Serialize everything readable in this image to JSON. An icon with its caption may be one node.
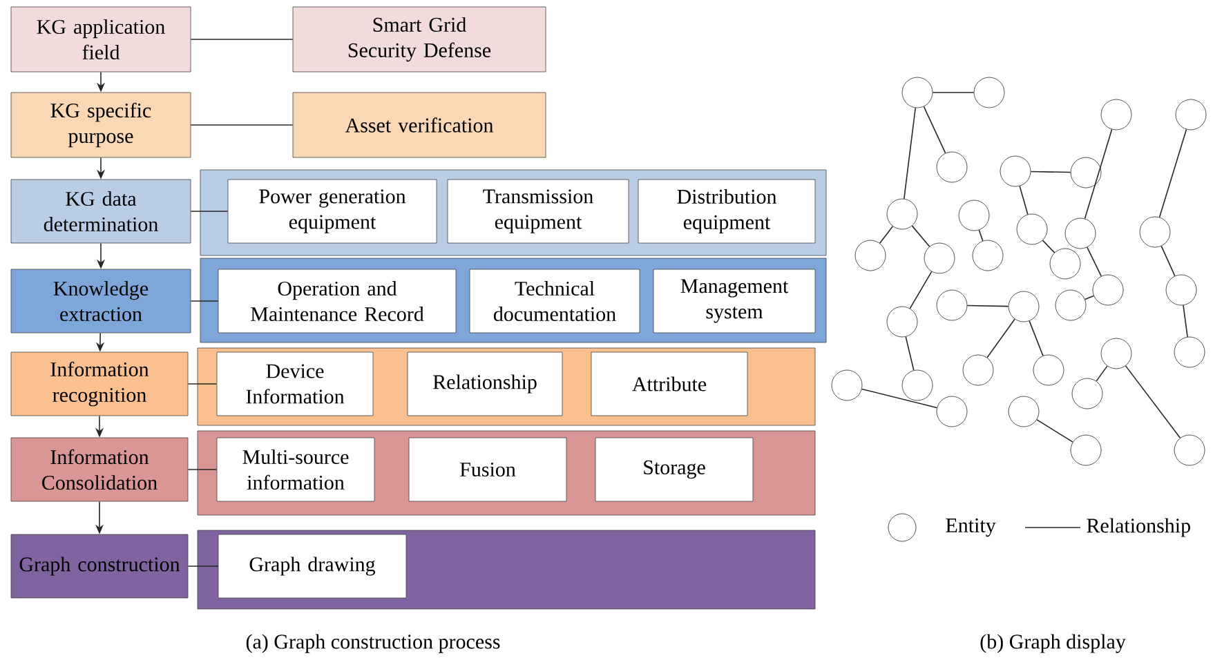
{
  "diagram": {
    "nodes": [
      {
        "text": [
          "KG application field"
        ]
      },
      {
        "text": [
          "Smart Grid Security Defense"
        ]
      },
      {
        "text": [
          "KG specific purpose"
        ]
      },
      {
        "text": [
          "Asset verification"
        ]
      },
      {
        "text": [
          "KG data determination"
        ]
      },
      {
        "text": [],
        "shape": "box"
      },
      {
        "text": [
          "Power generation equipment"
        ],
        "in": 5
      },
      {
        "text": [
          "Transmission equipment"
        ],
        "in": 5
      },
      {
        "text": [
          "Distribution equipment"
        ],
        "in": 5
      },
      {
        "text": [
          "Knowledge extraction"
        ]
      },
      {
        "text": [],
        "shape": "box"
      },
      {
        "text": [
          "Operation and Maintenance Record"
        ],
        "in": 10
      },
      {
        "text": [
          "Technical documentation"
        ],
        "in": 10
      },
      {
        "text": [
          "Management system"
        ],
        "in": 10
      },
      {
        "text": [
          "Information recognition"
        ]
      },
      {
        "text": [],
        "shape": "box"
      },
      {
        "text": [
          "Device Information"
        ],
        "in": 15
      },
      {
        "text": [
          "Relationship"
        ],
        "in": 15
      },
      {
        "text": [
          "Attribute"
        ],
        "in": 15
      },
      {
        "text": [
          "Information Consolidation"
        ]
      },
      {
        "text": [],
        "shape": "box"
      },
      {
        "text": [
          "Multi-source information"
        ],
        "in": 20
      },
      {
        "text": [
          "Fusion"
        ],
        "in": 20
      },
      {
        "text": [
          "Storage"
        ],
        "in": 20
      },
      {
        "text": [
          "Graph construction"
        ]
      },
      {
        "text": [],
        "shape": "box"
      },
      {
        "text": [
          "Graph drawing"
        ],
        "in": 25
      },
      {
        "text": [],
        "shape": "circle"
      },
      {
        "text": [],
        "shape": "circle"
      },
      {
        "text": [],
        "shape": "circle"
      },
      {
        "text": [],
        "shape": "circle"
      },
      {
        "text": [],
        "shape": "circle"
      },
      {
        "text": [],
        "shape": "circle"
      },
      {
        "text": [],
        "shape": "circle"
      },
      {
        "text": [],
        "shape": "circle"
      },
      {
        "text": [],
        "shape": "circle"
      },
      {
        "text": [],
        "shape": "circle"
      },
      {
        "text": [],
        "shape": "circle"
      },
      {
        "text": [],
        "shape": "circle"
      },
      {
        "text": [],
        "shape": "circle"
      },
      {
        "text": [],
        "shape": "circle"
      },
      {
        "text": [],
        "shape": "circle"
      },
      {
        "text": [],
        "shape": "circle"
      },
      {
        "text": [],
        "shape": "circle"
      },
      {
        "text": [],
        "shape": "circle"
      },
      {
        "text": [],
        "shape": "circle"
      },
      {
        "text": [],
        "shape": "circle"
      },
      {
        "text": [],
        "shape": "circle"
      },
      {
        "text": [],
        "shape": "circle"
      },
      {
        "text": [],
        "shape": "circle"
      },
      {
        "text": [],
        "shape": "circle"
      },
      {
        "text": [],
        "shape": "circle"
      },
      {
        "text": [],
        "shape": "circle"
      },
      {
        "text": [],
        "shape": "circle"
      },
      {
        "text": [],
        "shape": "circle"
      },
      {
        "text": [],
        "shape": "circle"
      },
      {
        "text": [],
        "shape": "circle"
      },
      {
        "text": [],
        "shape": "circle"
      },
      {
        "text": [],
        "shape": "circle"
      },
      {
        "text": [],
        "shape": "circle"
      }
    ],
    "edges": [
      {
        "from": 0,
        "to": 2,
        "arrow": "to"
      },
      {
        "from": 2,
        "to": 4,
        "arrow": "to"
      },
      {
        "from": 4,
        "to": 9,
        "arrow": "to"
      },
      {
        "from": 9,
        "to": 14,
        "arrow": "to"
      },
      {
        "from": 14,
        "to": 19,
        "arrow": "to"
      },
      {
        "from": 19,
        "to": 24,
        "arrow": "to"
      },
      {
        "from": 0,
        "to": 1,
        "arrow": "none"
      },
      {
        "from": 2,
        "to": 3,
        "arrow": "none"
      },
      {
        "from": 4,
        "to": 6,
        "arrow": "none"
      },
      {
        "from": 9,
        "to": 11,
        "arrow": "none"
      },
      {
        "from": 14,
        "to": 16,
        "arrow": "none"
      },
      {
        "from": 19,
        "to": 21,
        "arrow": "none"
      },
      {
        "from": 24,
        "to": 26,
        "arrow": "none"
      },
      {
        "from": 27,
        "to": 28,
        "arrow": "none"
      },
      {
        "from": 27,
        "to": 31,
        "arrow": "none"
      },
      {
        "from": 27,
        "to": 34,
        "arrow": "none"
      },
      {
        "from": 34,
        "to": 36,
        "arrow": "none"
      },
      {
        "from": 34,
        "to": 37,
        "arrow": "none"
      },
      {
        "from": 37,
        "to": 48,
        "arrow": "none"
      },
      {
        "from": 48,
        "to": 53,
        "arrow": "none"
      },
      {
        "from": 54,
        "to": 55,
        "arrow": "none"
      },
      {
        "from": 35,
        "to": 38,
        "arrow": "none"
      },
      {
        "from": 32,
        "to": 33,
        "arrow": "none"
      },
      {
        "from": 32,
        "to": 39,
        "arrow": "none"
      },
      {
        "from": 39,
        "to": 40,
        "arrow": "none"
      },
      {
        "from": 29,
        "to": 41,
        "arrow": "none"
      },
      {
        "from": 41,
        "to": 43,
        "arrow": "none"
      },
      {
        "from": 43,
        "to": 47,
        "arrow": "none"
      },
      {
        "from": 30,
        "to": 42,
        "arrow": "none"
      },
      {
        "from": 42,
        "to": 44,
        "arrow": "none"
      },
      {
        "from": 44,
        "to": 52,
        "arrow": "none"
      },
      {
        "from": 45,
        "to": 46,
        "arrow": "none"
      },
      {
        "from": 46,
        "to": 49,
        "arrow": "none"
      },
      {
        "from": 46,
        "to": 50,
        "arrow": "none"
      },
      {
        "from": 51,
        "to": 56,
        "arrow": "none"
      },
      {
        "from": 51,
        "to": 59,
        "arrow": "none"
      },
      {
        "from": 57,
        "to": 58,
        "arrow": "none"
      }
    ],
    "labels": [
      "(a) Graph construction process",
      "(b) Graph display"
    ],
    "legend": [
      {
        "text": "Entity"
      },
      {
        "text": "Relationship"
      }
    ]
  }
}
